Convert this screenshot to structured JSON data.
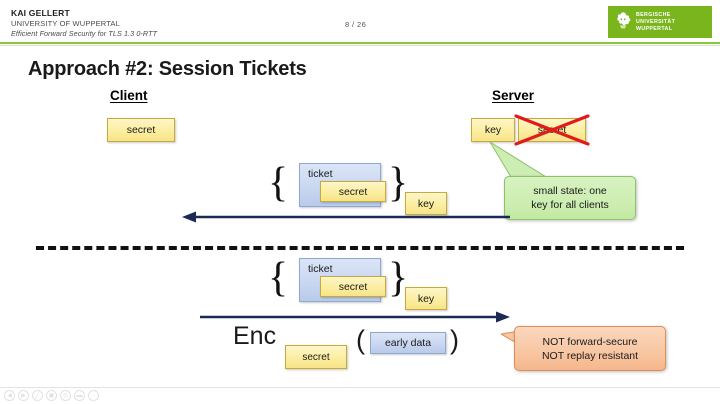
{
  "header": {
    "author": "KAI GELLERT",
    "affiliation": "UNIVERSITY OF WUPPERTAL",
    "talk_title": "Efficient Forward Security for TLS 1.3 0-RTT",
    "page_indicator": "8 / 26",
    "logo": {
      "line1": "BERGISCHE",
      "line2": "UNIVERSITÄT",
      "line3": "WUPPERTAL",
      "icon": "lion-crest-icon",
      "color": "#7ab51d"
    },
    "rule_color": "#8cc63f"
  },
  "slide": {
    "title": "Approach #2: Session Tickets",
    "parties": {
      "client": "Client",
      "server": "Server"
    },
    "client_state": {
      "secret": "secret"
    },
    "server_state": {
      "key": "key",
      "secret": "secret",
      "secret_struck_through": true,
      "strike_color": "#e01b1b"
    },
    "round1": {
      "brace_open": "{",
      "brace_close": "}",
      "ticket": "ticket",
      "secret": "secret",
      "key": "key",
      "arrow_direction": "left",
      "arrow_color": "#1b2a53"
    },
    "round2": {
      "brace_open": "{",
      "brace_close": "}",
      "ticket": "ticket",
      "secret": "secret",
      "key": "key",
      "arrow_direction": "right",
      "arrow_color": "#1b2a53"
    },
    "enc": {
      "function": "Enc",
      "subscript": "secret",
      "paren_open": "(",
      "paren_close": ")",
      "payload": "early data"
    },
    "callout_green": {
      "line1": "small state: one",
      "line2": "key for all clients",
      "color": "#cdeeb2"
    },
    "callout_orange": {
      "line1": "NOT forward-secure",
      "line2": "NOT replay resistant",
      "color": "#f8c6a2"
    },
    "divider": "dashed-separator"
  },
  "toolbar": {
    "icons": [
      "prev-page-icon",
      "next-page-icon",
      "pen-icon",
      "highlight-icon",
      "zoom-icon",
      "fit-page-icon",
      "minus-icon"
    ]
  }
}
